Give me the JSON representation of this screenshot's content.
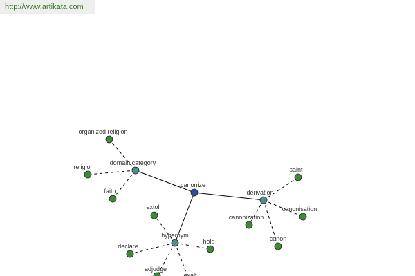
{
  "header": {
    "url": "http://www.artikata.com"
  },
  "colors": {
    "center": "#334a9c",
    "hub": "#4f8f8c",
    "leaf": "#3f8a3a",
    "url_bg": "#eeeeee",
    "url_text": "#3b7a2a"
  },
  "graph": {
    "center": {
      "label": "canonize"
    },
    "hubs": [
      {
        "label": "domain category",
        "leaves": [
          "organized religion",
          "religion",
          "faith"
        ]
      },
      {
        "label": "derivation",
        "leaves": [
          "saint",
          "canonization",
          "canonisation",
          "canon"
        ]
      },
      {
        "label": "hypernym",
        "leaves": [
          "extol",
          "declare",
          "hold",
          "adjudge",
          "exalt"
        ]
      }
    ]
  }
}
